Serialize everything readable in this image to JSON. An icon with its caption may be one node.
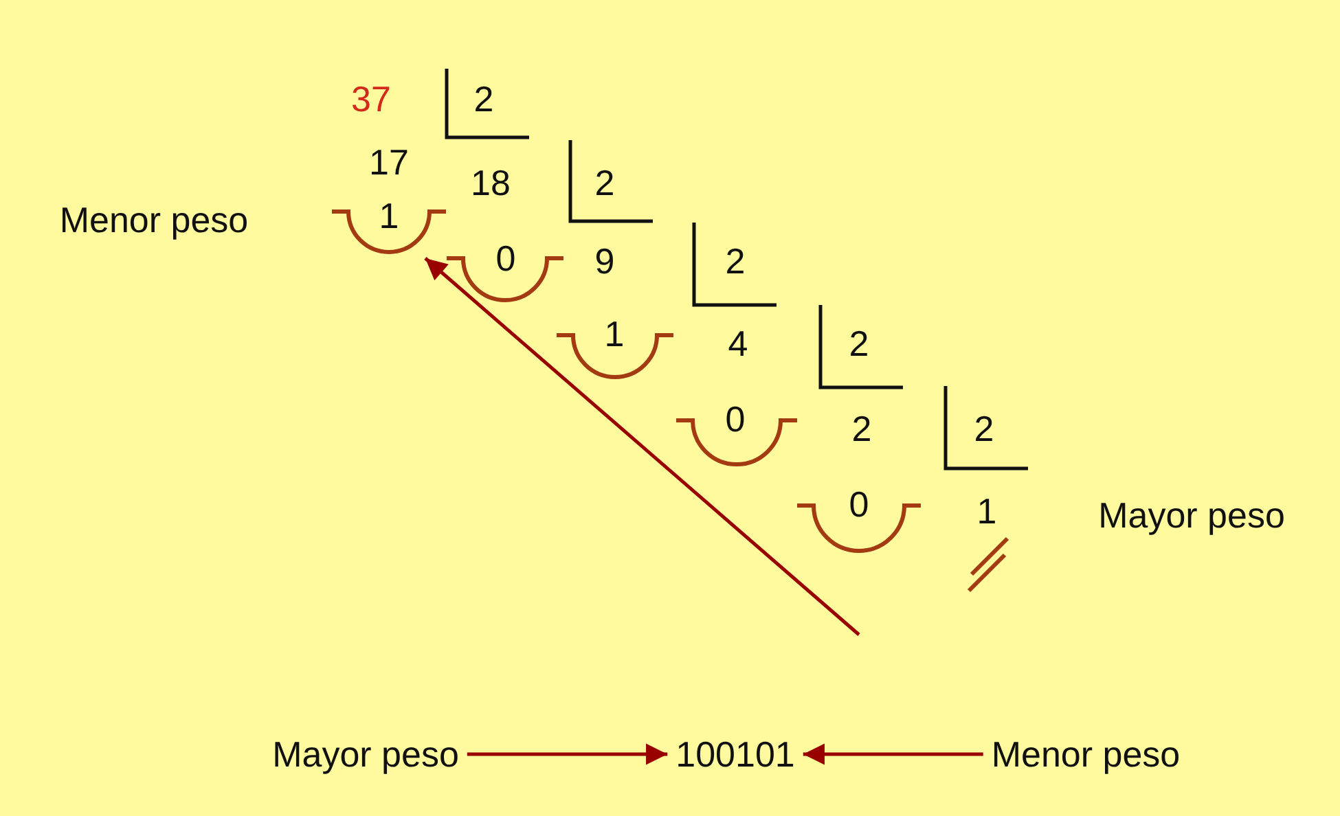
{
  "diagram": {
    "nodes": [
      {
        "text": [
          "1"
        ]
      },
      {
        "text": [
          "Mayor peso"
        ]
      },
      {
        "text": [
          "100101"
        ]
      },
      {
        "text": [
          "Menor peso"
        ]
      }
    ],
    "edges": [
      {
        "from": null,
        "to": 0,
        "arrow": "to"
      },
      {
        "from": 1,
        "to": 2,
        "arrow": "to"
      },
      {
        "from": 3,
        "to": 2,
        "arrow": "to"
      }
    ],
    "labels": [
      "37",
      "2",
      "17",
      "18",
      "2",
      "Menor peso",
      "0",
      "9",
      "2",
      "1",
      "4",
      "2",
      "0",
      "2",
      "2",
      "0",
      "1",
      "Mayor peso"
    ]
  }
}
